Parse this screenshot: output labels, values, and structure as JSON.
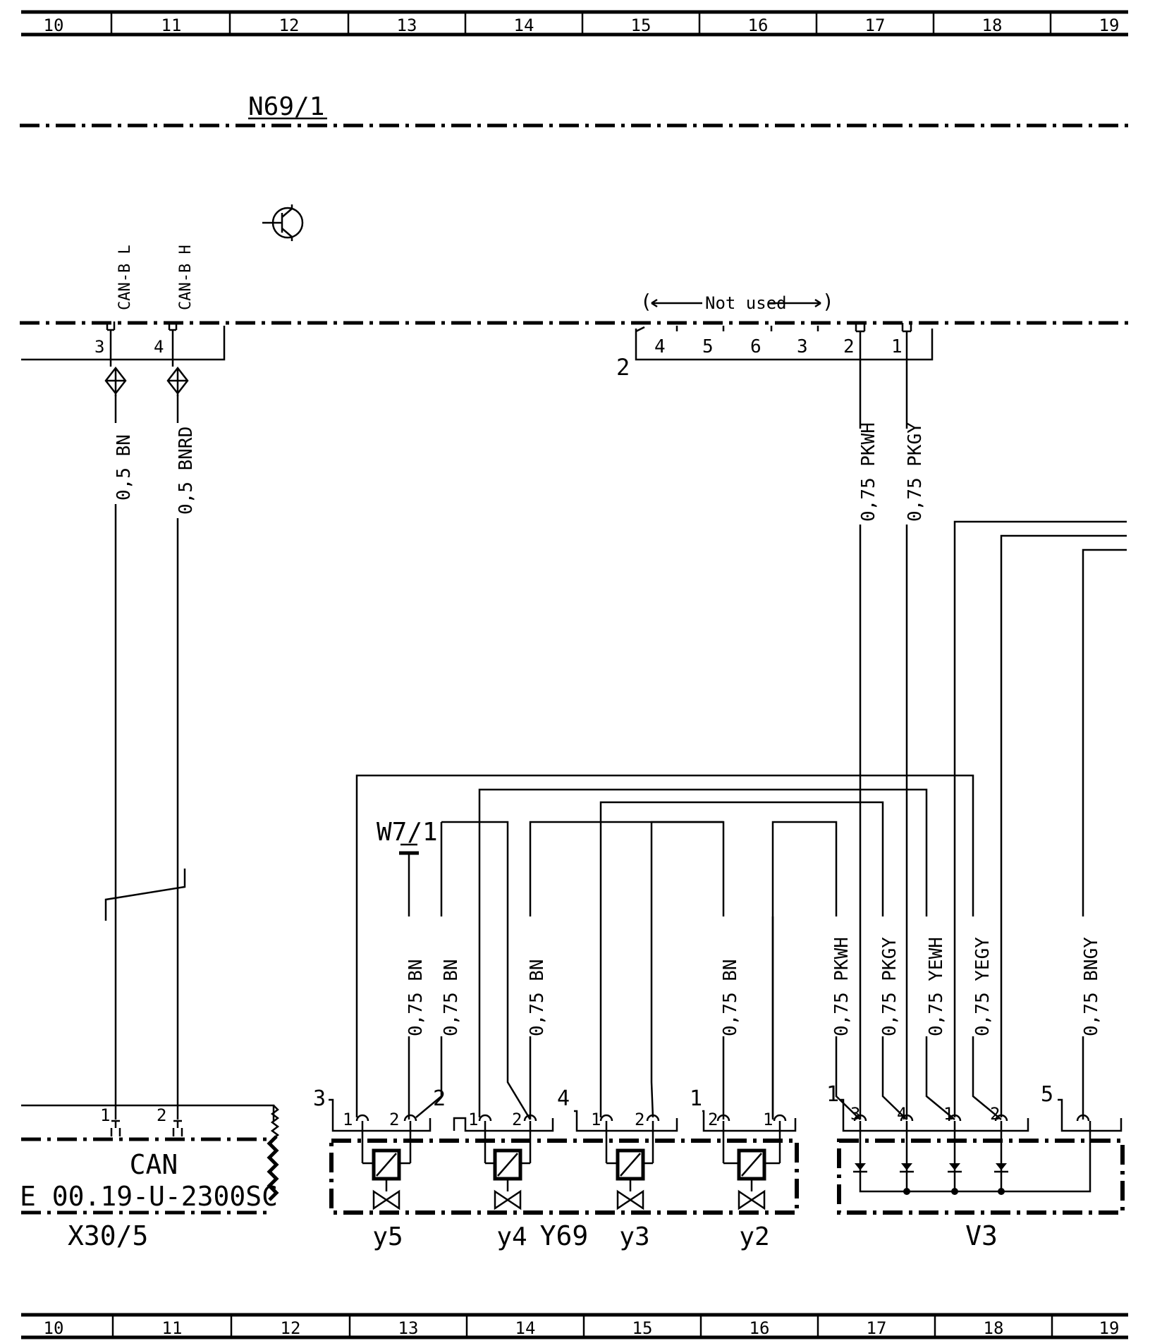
{
  "grid": {
    "columns": [
      "10",
      "11",
      "12",
      "13",
      "14",
      "15",
      "16",
      "17",
      "18",
      "19"
    ]
  },
  "blocks": {
    "control_unit": "N69/1",
    "can_connector": "X30/5",
    "can_label": "CAN",
    "can_reference": "E 00.19-U-2300SC",
    "valve_block": "Y69",
    "diode_block": "V3",
    "ground_point": "W7/1"
  },
  "can_pins": [
    {
      "pin": "3",
      "signal": "CAN-B L",
      "wire": "0,5 BN",
      "target_pin": "1"
    },
    {
      "pin": "4",
      "signal": "CAN-B H",
      "wire": "0,5 BNRD",
      "target_pin": "2"
    }
  ],
  "connector2": {
    "label": "2",
    "note": "Not used",
    "pins": [
      "4",
      "5",
      "6",
      "3",
      "2",
      "1"
    ],
    "wires": [
      "0,75 PKWH",
      "0,75 PKGY"
    ]
  },
  "valves": [
    {
      "name": "y5",
      "connector": "3",
      "pins": [
        "1",
        "2"
      ],
      "wire": "0,75 BN"
    },
    {
      "name": "y4",
      "connector": "2",
      "pins": [
        "1",
        "2"
      ],
      "wire": "0,75 BN"
    },
    {
      "name": "y3",
      "connector": "4",
      "pins": [
        "1",
        "2"
      ],
      "wire": "0,75 BN"
    },
    {
      "name": "y2",
      "connector": "1",
      "pins": [
        "2",
        "1"
      ],
      "wire": "0,75 BN"
    }
  ],
  "ground_wire": "0,75 BN",
  "v3": {
    "connector": "1",
    "pins": [
      "3",
      "4",
      "1",
      "2"
    ],
    "wires": [
      "0,75 PKWH",
      "0,75 PKGY",
      "0,75 YEWH",
      "0,75 YEGY"
    ],
    "connector5": "5",
    "wire5": "0,75 BNGY"
  }
}
